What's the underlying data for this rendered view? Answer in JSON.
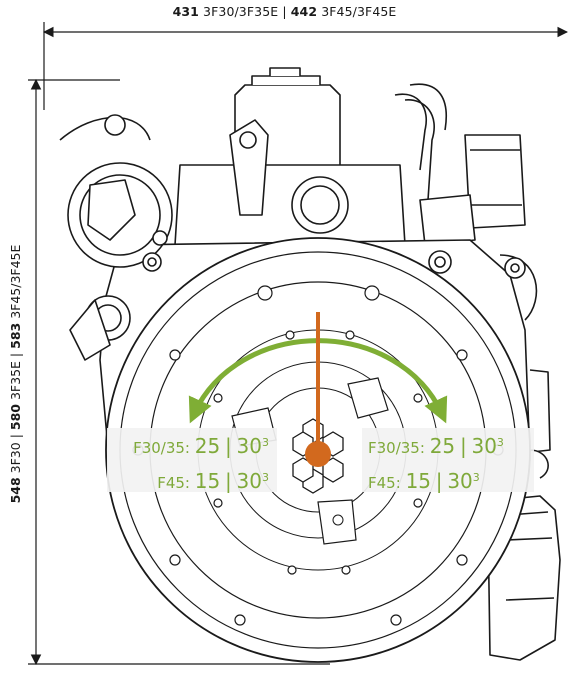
{
  "dimensions": {
    "width": {
      "v1": "431",
      "m1": "3F30/3F35E",
      "sep": "|",
      "v2": "442",
      "m2": "3F45/3F45E"
    },
    "height": {
      "v1": "548",
      "m1": "3F30",
      "sep1": "|",
      "v2": "580",
      "m2": "3F35E",
      "sep2": "|",
      "v3": "583",
      "m3": "3F45/3F45E"
    }
  },
  "torque": {
    "row1": {
      "label": "F30/35:",
      "val1": "25",
      "sep": "|",
      "val2": "30",
      "exp": "3"
    },
    "row2": {
      "label": "F45:",
      "val1": "15",
      "sep": "|",
      "val2": "30",
      "exp": "3"
    }
  },
  "colors": {
    "accent_green": "#7fae35",
    "accent_orange": "#d2691e",
    "line": "#1a1a1a"
  }
}
